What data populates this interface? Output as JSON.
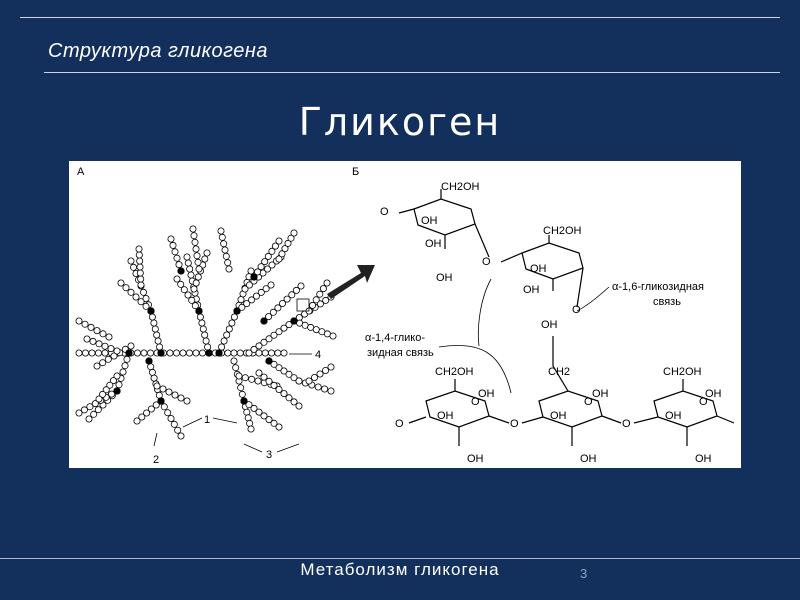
{
  "slide": {
    "subtitle": "Структура гликогена",
    "title": "Гликоген",
    "footer": "Метаболизм гликогена",
    "page_number": "3"
  },
  "figure": {
    "panel_a_label": "А",
    "panel_b_label": "Б",
    "callouts": [
      "1",
      "2",
      "3",
      "4"
    ],
    "chem_labels": {
      "ch2oh": "CH2OH",
      "ch2": "CH2",
      "oh": "OH",
      "o": "O",
      "alpha16_line1": "α-1,6-гликозидная",
      "alpha16_line2": "связь",
      "alpha14_line1": "α-1,4-глико-",
      "alpha14_line2": "зидная связь"
    }
  }
}
